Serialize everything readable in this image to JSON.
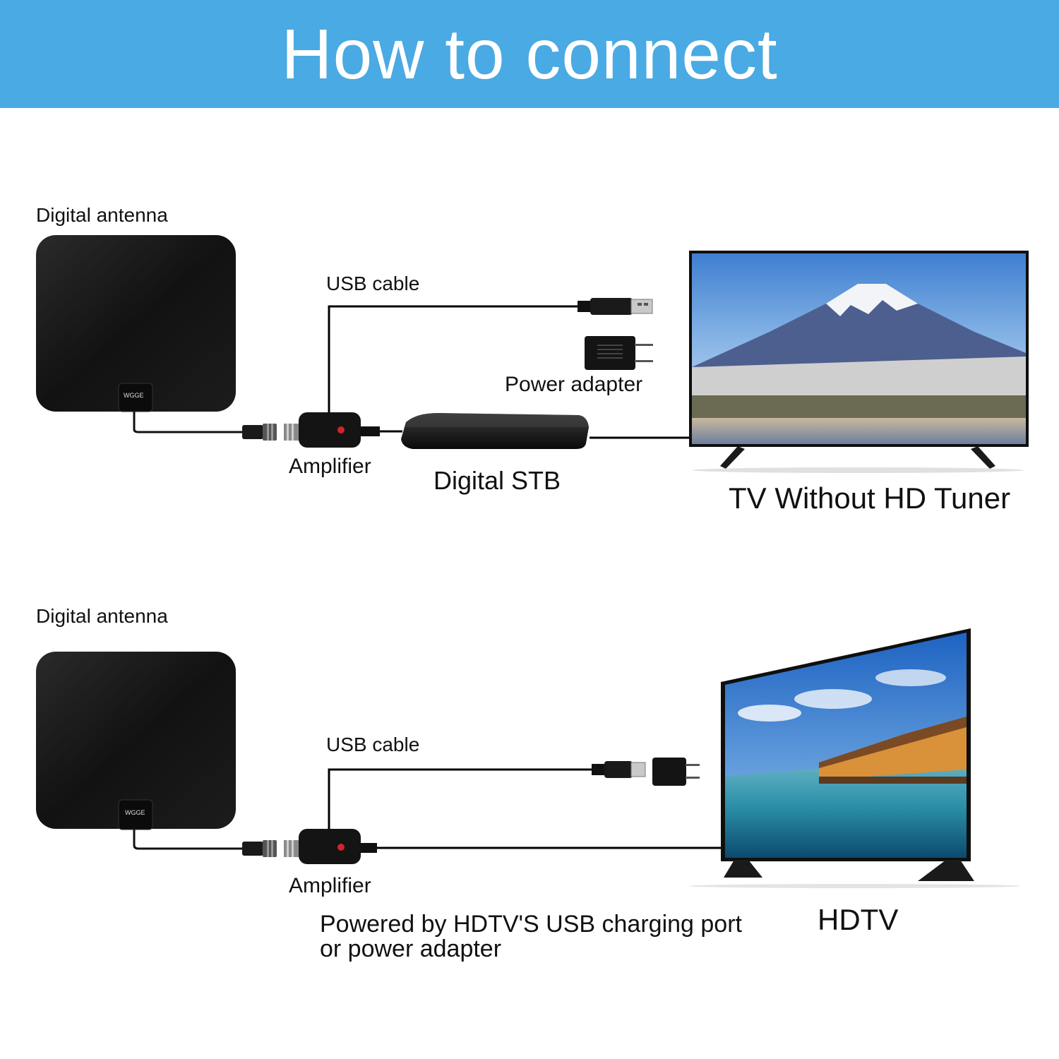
{
  "header": {
    "title": "How to connect"
  },
  "diagram1": {
    "antenna_label": "Digital antenna",
    "antenna_brand": "WGGE",
    "usb_cable_label": "USB cable",
    "power_adapter_label": "Power adapter",
    "amplifier_label": "Amplifier",
    "stb_label": "Digital STB",
    "tv_label": "TV Without HD Tuner"
  },
  "diagram2": {
    "antenna_label": "Digital antenna",
    "antenna_brand": "WGGE",
    "usb_cable_label": "USB cable",
    "amplifier_label": "Amplifier",
    "power_note": "Powered by HDTV'S USB charging port or power adapter",
    "tv_label": "HDTV"
  },
  "colors": {
    "header": "#4aaae3",
    "device": "#111111",
    "cable": "#000000",
    "led": "#d0242a"
  }
}
